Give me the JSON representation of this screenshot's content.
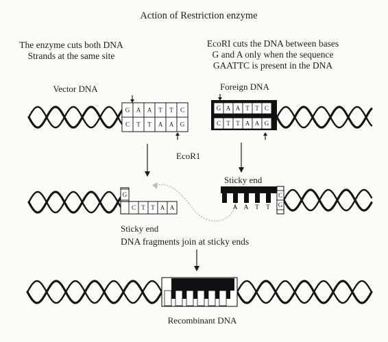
{
  "title": "Action of Restriction enzyme",
  "left_caption": [
    "The enzyme cuts both DNA",
    "Strands at the same site"
  ],
  "right_caption": [
    "EcoRI cuts the DNA between bases",
    "G and A only when the sequence",
    "GAATTC is present in the DNA"
  ],
  "labels": {
    "vector_dna": "Vector DNA",
    "foreign_dna": "Foreign DNA",
    "enzyme": "EcoR1",
    "sticky_end_right": "Sticky end",
    "sticky_end_left": "Sticky end",
    "join_caption": "DNA fragments join at sticky ends",
    "recombinant": "Recombinant DNA"
  },
  "sequences": {
    "vector_top": [
      "G",
      "A",
      "A",
      "T",
      "T",
      "C"
    ],
    "vector_bottom": [
      "C",
      "T",
      "T",
      "A",
      "A",
      "G"
    ],
    "foreign_top": [
      "G",
      "A",
      "A",
      "T",
      "T",
      "C"
    ],
    "foreign_bottom": [
      "C",
      "T",
      "T",
      "A",
      "A",
      "G"
    ],
    "vector_cut_top": [
      "G"
    ],
    "vector_cut_bottom": [
      "C",
      "T",
      "T",
      "A",
      "A"
    ],
    "foreign_cut_bottom": [
      "A",
      "A",
      "T",
      "T"
    ],
    "foreign_cut_right": [
      "C",
      "G"
    ]
  },
  "colors": {
    "ink": "#151515",
    "background": "#fbfbf8",
    "fragment_fill": "#111111"
  }
}
